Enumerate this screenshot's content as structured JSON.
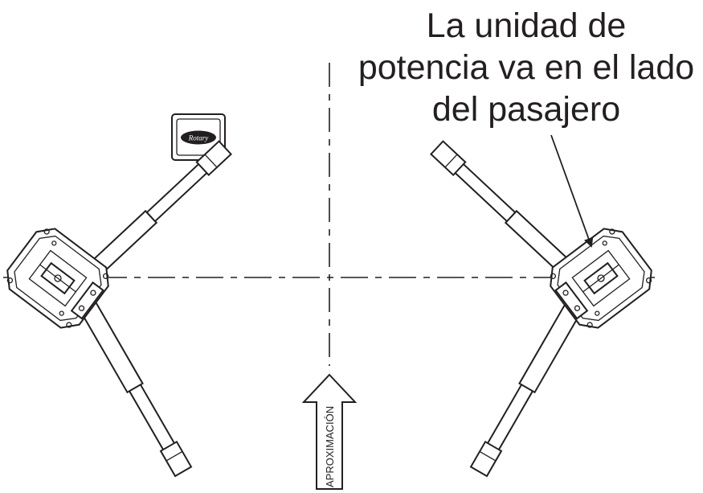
{
  "callout": {
    "lines": [
      "La unidad de",
      "potencia va en el lado",
      "del pasajero"
    ]
  },
  "approach_label": "APROXIMACIÓN",
  "logo_text": "Rotary"
}
